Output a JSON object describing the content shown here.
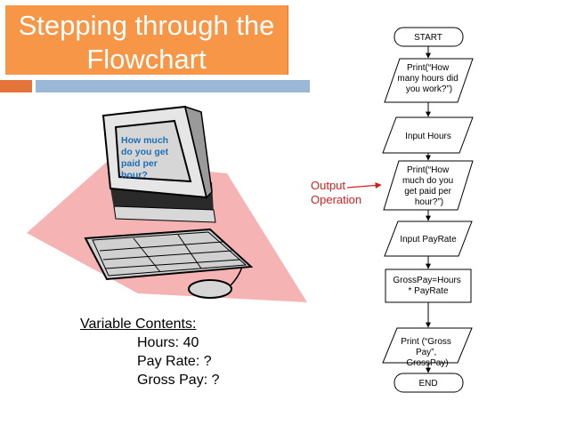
{
  "title": {
    "line1": "Stepping through the",
    "line2": "Flowchart"
  },
  "monitor_text": [
    "How much",
    "do you get",
    "paid per",
    "hour?"
  ],
  "annotation": {
    "line1": "Output",
    "line2": "Operation"
  },
  "variables": {
    "heading": "Variable Contents:",
    "lines": [
      "Hours: 40",
      "Pay Rate: ?",
      "Gross Pay: ?"
    ]
  },
  "flowchart": {
    "start": "START",
    "step1": [
      "Print(“How",
      "many hours did",
      "you work?”)"
    ],
    "step2": [
      "Input Hours"
    ],
    "step3": [
      "Print(“How",
      "much do you",
      "get paid per",
      "hour?”)"
    ],
    "step4": [
      "Input PayRate"
    ],
    "step5": [
      "GrossPay=Hours",
      "* PayRate"
    ],
    "step6": [
      "Print (“Gross",
      "Pay”,",
      "GrossPay)"
    ],
    "end": "END"
  }
}
